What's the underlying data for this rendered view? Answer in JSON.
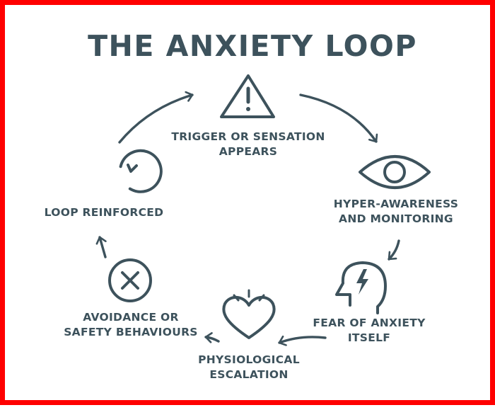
{
  "title": "THE ANXIETY LOOP",
  "stages": [
    {
      "lines": [
        "TRIGGER OR SENSATION",
        "APPEARS"
      ],
      "icon": "warning-triangle-icon"
    },
    {
      "lines": [
        "HYPER-AWARENESS",
        "AND MONITORING"
      ],
      "icon": "eye-icon"
    },
    {
      "lines": [
        "FEAR OF ANXIETY",
        "ITSELF"
      ],
      "icon": "head-lightning-icon"
    },
    {
      "lines": [
        "PHYSIOLOGICAL",
        "ESCALATION"
      ],
      "icon": "heart-icon"
    },
    {
      "lines": [
        "AVOIDANCE OR",
        "SAFETY BEHAVIOURS"
      ],
      "icon": "x-circle-icon"
    },
    {
      "lines": [
        "LOOP REINFORCED"
      ],
      "icon": "circular-arrow-icon"
    }
  ],
  "colors": {
    "ink": "#3d525c",
    "border": "#ff0000",
    "background": "#ffffff"
  }
}
